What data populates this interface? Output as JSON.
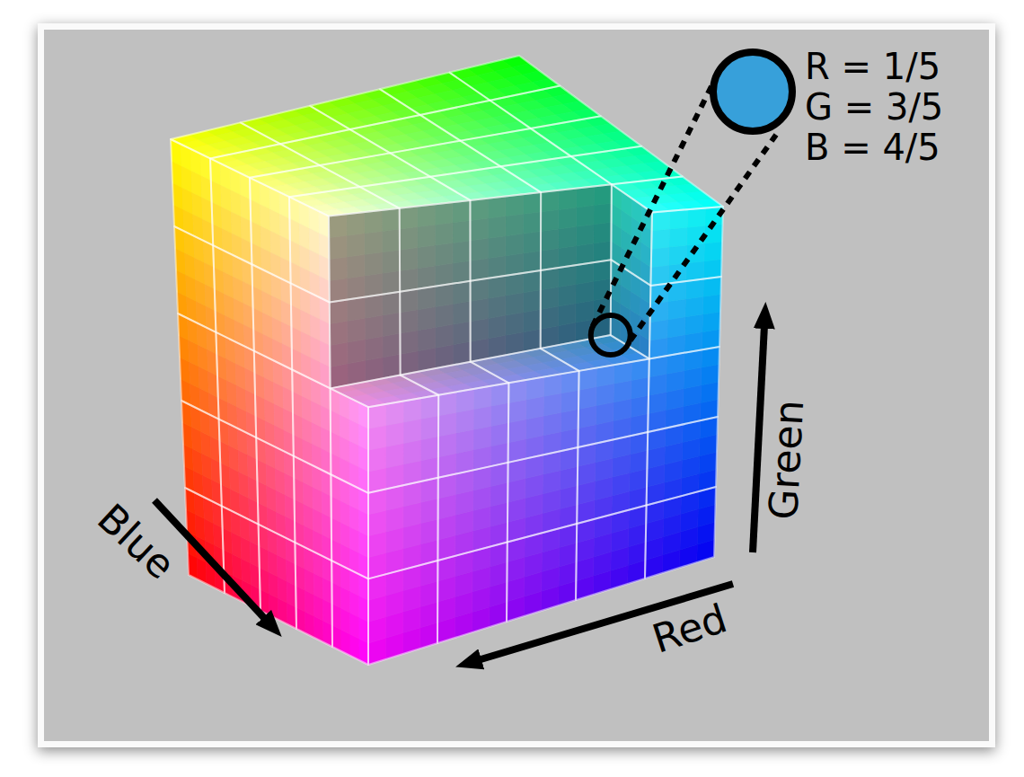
{
  "diagram": {
    "nodes": [
      {
        "text": [
          "R = 1/5",
          "G = 3/5",
          "B = 4/5"
        ]
      }
    ],
    "labels": [
      "Blue",
      "Red",
      "Green"
    ]
  }
}
